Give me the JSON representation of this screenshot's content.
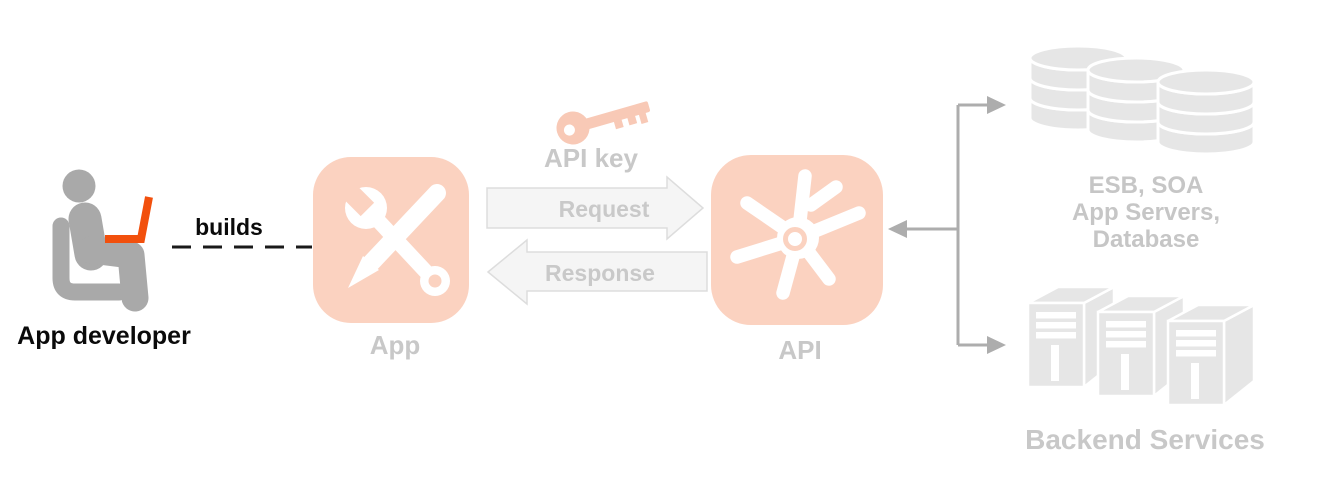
{
  "diagram": {
    "title": "App developer builds app that calls API over backend services",
    "colors": {
      "icon_salmon": "#FBD2C0",
      "key_salmon": "#F8C9B6",
      "laptop_orange": "#F2500D",
      "person_gray": "#A9A9A9",
      "connector_gray": "#ADADAD",
      "shape_gray": "#E6E6E6",
      "label_gray": "#C8C8C8",
      "arrow_fill": "#F5F5F5",
      "arrow_border": "#DDDDDD",
      "text_black": "#0A0A0A"
    },
    "developer": {
      "label": "App developer",
      "relation_label": "builds",
      "icon": "person-at-laptop-icon"
    },
    "app": {
      "label": "App",
      "icon": "wrench-pencil-icon"
    },
    "api_key": {
      "label": "API key",
      "icon": "key-icon"
    },
    "request_arrow": {
      "label": "Request",
      "direction": "right"
    },
    "response_arrow": {
      "label": "Response",
      "direction": "left"
    },
    "api": {
      "label": "API",
      "icon": "pinwheel-icon"
    },
    "backend": {
      "esb": {
        "lines": [
          "ESB, SOA",
          "App Servers,",
          "Database"
        ],
        "icon": "database-stack-icon"
      },
      "services": {
        "label": "Backend Services",
        "icon": "server-rack-icon"
      }
    }
  }
}
